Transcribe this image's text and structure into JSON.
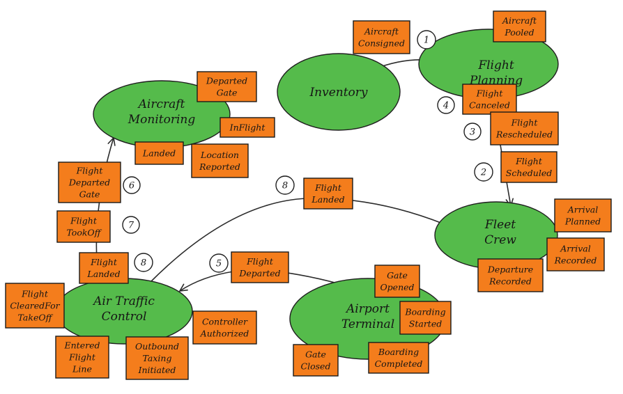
{
  "nodes": [
    {
      "id": "inventory",
      "label": "Inventory"
    },
    {
      "id": "flight_planning",
      "label": "Flight Planning"
    },
    {
      "id": "aircraft_monitoring",
      "label": "Aircraft Monitoring"
    },
    {
      "id": "fleet_crew",
      "label": "Fleet Crew"
    },
    {
      "id": "air_traffic_control",
      "label": "Air Traffic Control"
    },
    {
      "id": "airport_terminal",
      "label": "Airport Terminal"
    }
  ],
  "events": [
    {
      "id": "aircraft_consigned",
      "label": "Aircraft Consigned"
    },
    {
      "id": "aircraft_pooled",
      "label": "Aircraft Pooled"
    },
    {
      "id": "flight_canceled",
      "label": "Flight Canceled"
    },
    {
      "id": "flight_rescheduled",
      "label": "Flight Rescheduled"
    },
    {
      "id": "flight_scheduled",
      "label": "Flight Scheduled"
    },
    {
      "id": "departed_gate_top",
      "label": "Departed Gate"
    },
    {
      "id": "inflight",
      "label": "InFlight"
    },
    {
      "id": "landed_top",
      "label": "Landed"
    },
    {
      "id": "location_reported",
      "label": "Location Reported"
    },
    {
      "id": "flight_departed_gate",
      "label": "Flight Departed Gate"
    },
    {
      "id": "flight_tookoff",
      "label": "Flight TookOff"
    },
    {
      "id": "flight_landed_left",
      "label": "Flight Landed"
    },
    {
      "id": "flight_landed_mid",
      "label": "Flight Landed"
    },
    {
      "id": "arrival_planned",
      "label": "Arrival Planned"
    },
    {
      "id": "arrival_recorded",
      "label": "Arrival Recorded"
    },
    {
      "id": "departure_recorded",
      "label": "Departure Recorded"
    },
    {
      "id": "flight_departed",
      "label": "Flight Departed"
    },
    {
      "id": "gate_opened",
      "label": "Gate Opened"
    },
    {
      "id": "boarding_started",
      "label": "Boarding Started"
    },
    {
      "id": "boarding_completed",
      "label": "Boarding Completed"
    },
    {
      "id": "gate_closed",
      "label": "Gate Closed"
    },
    {
      "id": "flight_clearedfor_takeoff",
      "label": "Flight ClearedFor TakeOff"
    },
    {
      "id": "entered_flight_line",
      "label": "Entered Flight Line"
    },
    {
      "id": "outbound_taxing_initiated",
      "label": "Outbound Taxing Initiated"
    },
    {
      "id": "controller_authorized",
      "label": "Controller Authorized"
    }
  ],
  "step_numbers": [
    {
      "id": "n1",
      "label": "1"
    },
    {
      "id": "n2",
      "label": "2"
    },
    {
      "id": "n3",
      "label": "3"
    },
    {
      "id": "n4",
      "label": "4"
    },
    {
      "id": "n5",
      "label": "5"
    },
    {
      "id": "n6",
      "label": "6"
    },
    {
      "id": "n7",
      "label": "7"
    },
    {
      "id": "n8a",
      "label": "8"
    },
    {
      "id": "n8b",
      "label": "8"
    }
  ],
  "colors": {
    "node_fill": "#55bb4b",
    "event_fill": "#f47d1c",
    "stroke": "#1f1f1f",
    "background": "#ffffff"
  }
}
